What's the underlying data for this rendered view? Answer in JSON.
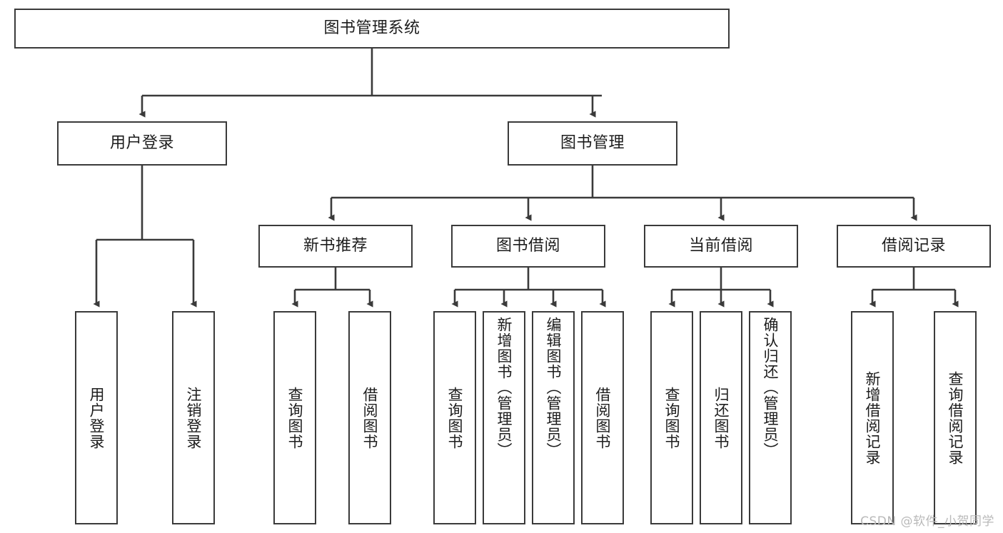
{
  "diagram": {
    "type": "tree-hierarchy",
    "title": "图书管理系统",
    "orientation": "top-down",
    "colors": {
      "box_border": "#3a3a3a",
      "box_fill": "#ffffff",
      "connector": "#3a3a3a",
      "text": "#1c1c1c",
      "watermark": "#b9b9b9"
    },
    "levels": {
      "root": {
        "label": "图书管理系统"
      },
      "level1": [
        {
          "id": "user-login",
          "label": "用户登录"
        },
        {
          "id": "book-management",
          "label": "图书管理"
        }
      ],
      "level2": [
        {
          "id": "new-book-recommend",
          "label": "新书推荐",
          "parent": "book-management"
        },
        {
          "id": "book-borrow",
          "label": "图书借阅",
          "parent": "book-management"
        },
        {
          "id": "current-borrow",
          "label": "当前借阅",
          "parent": "book-management"
        },
        {
          "id": "borrow-record",
          "label": "借阅记录",
          "parent": "book-management"
        }
      ],
      "leaves": {
        "user-login": [
          {
            "id": "leaf-user-login",
            "label": "用户登录"
          },
          {
            "id": "leaf-logout-login",
            "label": "注销登录"
          }
        ],
        "new-book-recommend": [
          {
            "id": "leaf-query-book-1",
            "label": "查询图书"
          },
          {
            "id": "leaf-borrow-book-1",
            "label": "借阅图书"
          }
        ],
        "book-borrow": [
          {
            "id": "leaf-query-book-2",
            "label": "查询图书"
          },
          {
            "id": "leaf-add-book",
            "label": "新增图书（管理员）"
          },
          {
            "id": "leaf-edit-book",
            "label": "编辑图书（管理员）"
          },
          {
            "id": "leaf-borrow-book-2",
            "label": "借阅图书"
          }
        ],
        "current-borrow": [
          {
            "id": "leaf-query-book-3",
            "label": "查询图书"
          },
          {
            "id": "leaf-return-book",
            "label": "归还图书"
          },
          {
            "id": "leaf-confirm-return",
            "label": "确认归还（管理员）"
          }
        ],
        "borrow-record": [
          {
            "id": "leaf-add-record",
            "label": "新增借阅记录"
          },
          {
            "id": "leaf-query-record",
            "label": "查询借阅记录"
          }
        ]
      }
    },
    "watermark": "CSDN @软件_小贺同学"
  }
}
